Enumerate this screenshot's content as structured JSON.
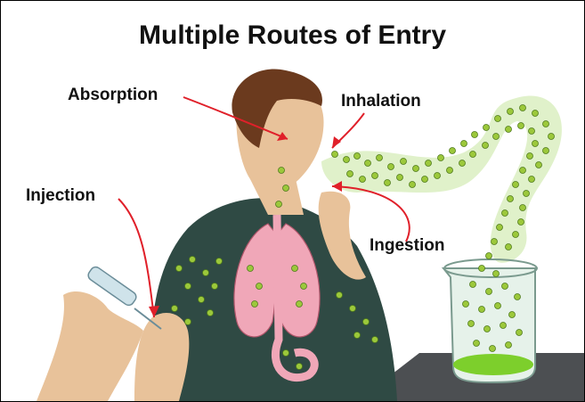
{
  "title": "Multiple Routes of Entry",
  "labels": {
    "absorption": "Absorption",
    "inhalation": "Inhalation",
    "injection": "Injection",
    "ingestion": "Ingestion"
  },
  "colors": {
    "arrow": "#e0202a",
    "particle": "#9cc83b",
    "particle_stroke": "#4f7a1c",
    "vapor": "#d6ecb8",
    "lungs": "#f0a7b8",
    "shirt": "#2f4a44",
    "skin": "#e8c29a",
    "hair": "#6b3a1e",
    "liquid": "#7dcf2c",
    "table": "#4c4f52"
  }
}
